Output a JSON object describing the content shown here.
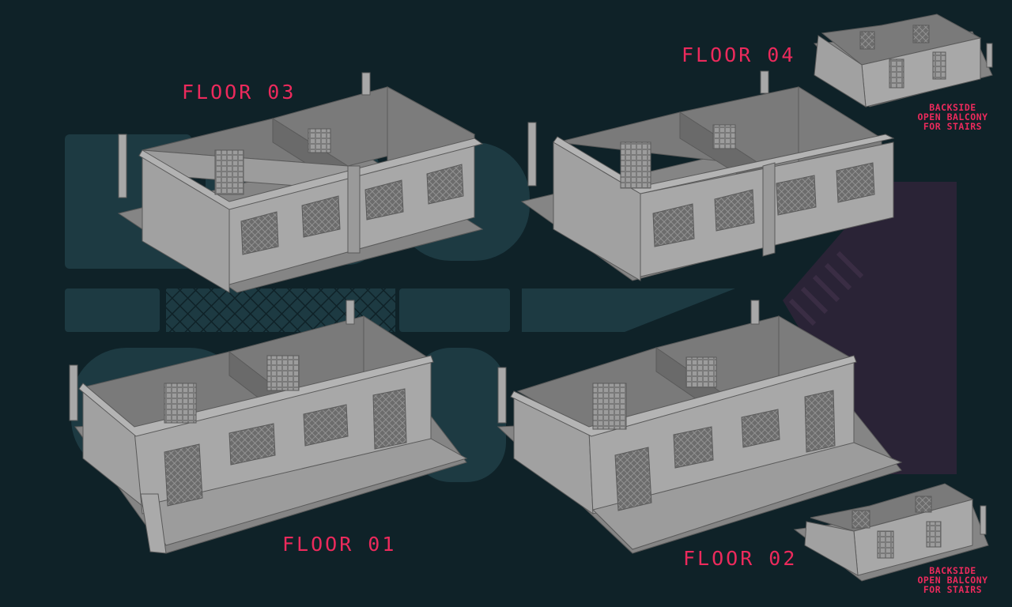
{
  "labels": {
    "floor_03": "FLOOR 03",
    "floor_04": "FLOOR 04",
    "floor_01": "FLOOR 01",
    "floor_02": "FLOOR 02"
  },
  "notes": {
    "backside_top": [
      "BACKSIDE",
      "OPEN BALCONY",
      "FOR STAIRS"
    ],
    "backside_bottom": [
      "BACKSIDE",
      "OPEN BALCONY",
      "FOR STAIRS"
    ]
  },
  "colors": {
    "background": "#0f2228",
    "accent": "#ec2a5c",
    "model_gray": "#8e8e8e"
  }
}
